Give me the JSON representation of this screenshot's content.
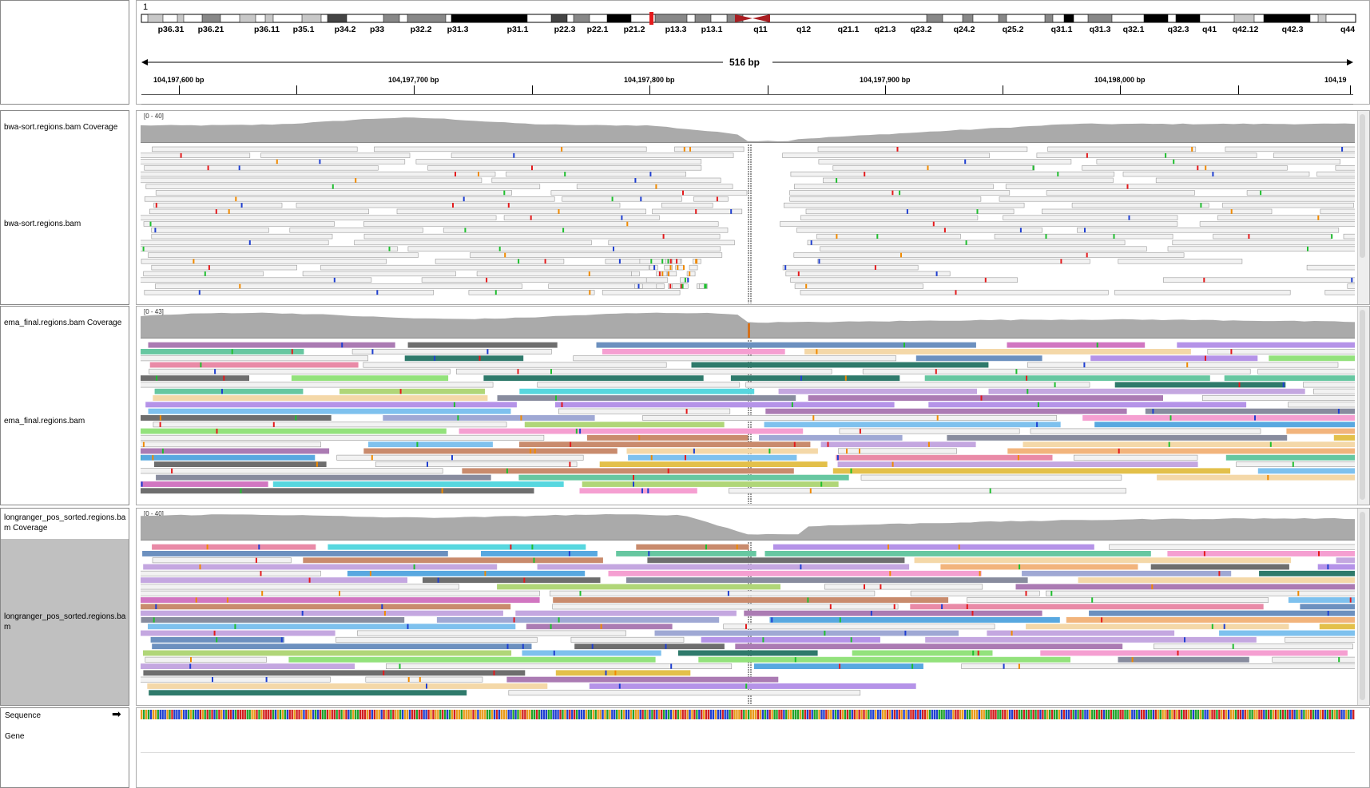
{
  "chromosome": {
    "name": "1",
    "bands": [
      "p36.31",
      "p36.21",
      "p36.11",
      "p35.1",
      "p34.2",
      "p33",
      "p32.2",
      "p31.3",
      "p31.1",
      "p22.3",
      "p22.1",
      "p21.2",
      "p13.3",
      "p13.1",
      "q11",
      "q12",
      "q21.1",
      "q21.3",
      "q23.2",
      "q24.2",
      "q25.2",
      "q31.1",
      "q31.3",
      "q32.1",
      "q32.3",
      "q41",
      "q42.12",
      "q42.3",
      "q44"
    ]
  },
  "ruler": {
    "span": "516 bp",
    "ticks": [
      "104,197,600 bp",
      "104,197,700 bp",
      "104,197,800 bp",
      "104,197,900 bp",
      "104,198,000 bp",
      "104,19"
    ]
  },
  "tracks": [
    {
      "coverage_label": "bwa-sort.regions.bam Coverage",
      "range": "[0 - 40]",
      "reads_label": "bwa-sort.regions.bam",
      "style": "plain"
    },
    {
      "coverage_label": "ema_final.regions.bam Coverage",
      "range": "[0 - 43]",
      "reads_label": "ema_final.regions.bam",
      "style": "color"
    },
    {
      "coverage_label": "longranger_pos_sorted.regions.bam Coverage",
      "coverage_label_wrapped": [
        "longranger_pos_sorted.regions.ba",
        "m Coverage"
      ],
      "range": "[0 - 40]",
      "reads_label": "longranger_pos_sorted.regions.bam",
      "reads_label_wrapped": [
        "longranger_pos_sorted.regions.ba",
        "m"
      ],
      "style": "color"
    }
  ],
  "bottom": {
    "sequence_label": "Sequence",
    "gene_label": "Gene"
  },
  "colors": {
    "coverage": "#aaaaaa",
    "read_border": "#9a9a9a",
    "centromere": "#c0272d",
    "selected_label_bg": "#c0c0c0"
  },
  "icons": {
    "sequence_strand": "right-arrow-icon",
    "ruler_span": "double-headed-arrow-icon"
  }
}
